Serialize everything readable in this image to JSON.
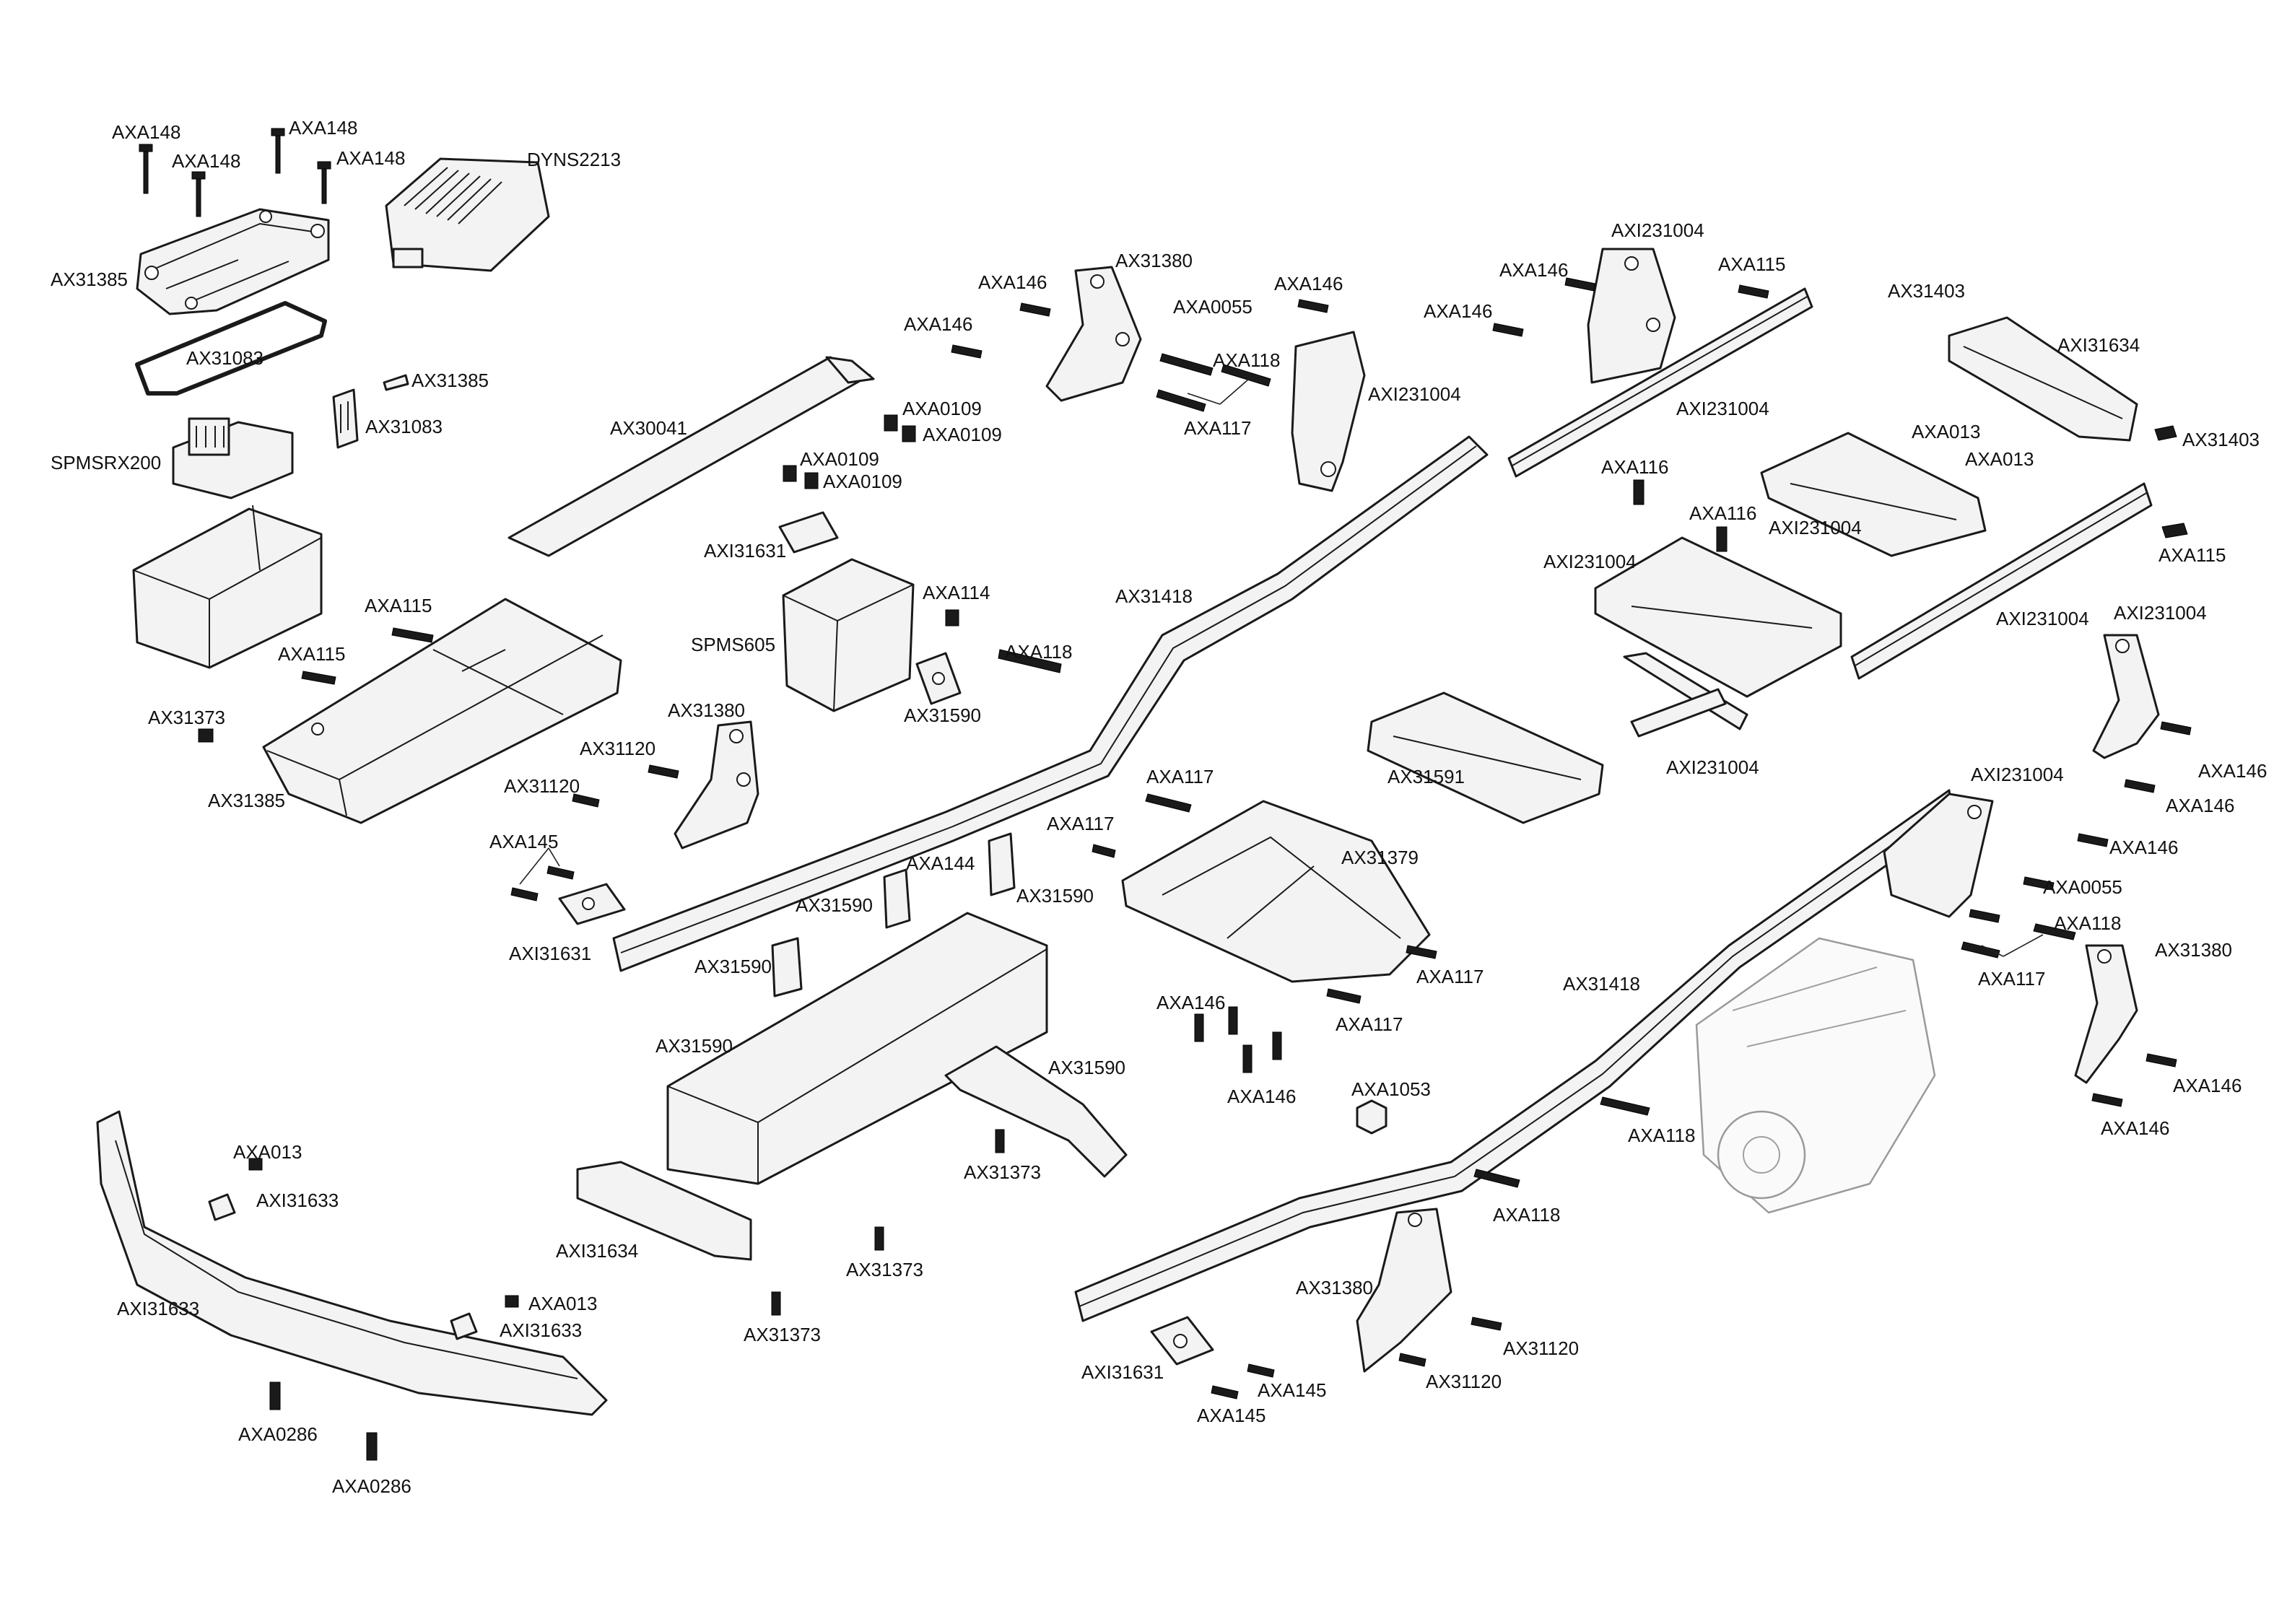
{
  "labels": {
    "axa148_a": "AXA148",
    "axa148_b": "AXA148",
    "axa148_c": "AXA148",
    "axa148_d": "AXA148",
    "dyns2213": "DYNS2213",
    "ax31385_top": "AX31385",
    "ax31083_gasket": "AX31083",
    "ax31385_small": "AX31385",
    "ax31083_clip": "AX31083",
    "spmsrx200": "SPMSRX200",
    "ax30041": "AX30041",
    "axa0109_a": "AXA0109",
    "axa0109_b": "AXA0109",
    "axa0109_c": "AXA0109",
    "axa0109_d": "AXA0109",
    "axi31631_servo": "AXI31631",
    "spms605": "SPMS605",
    "axa114": "AXA114",
    "ax31590_mount": "AX31590",
    "axa118_servo": "AXA118",
    "axa115_tray_a": "AXA115",
    "axa115_tray_b": "AXA115",
    "ax31373_left": "AX31373",
    "ax31385_tray": "AX31385",
    "axa146_a": "AXA146",
    "ax31380_top": "AX31380",
    "axa146_b": "AXA146",
    "axa0055_top": "AXA0055",
    "axa118_top": "AXA118",
    "axa117_top": "AXA117",
    "axa146_c": "AXA146",
    "axi231004_a": "AXI231004",
    "axa146_d": "AXA146",
    "axa146_e": "AXA146",
    "axi231004_b": "AXI231004",
    "axa115_rail": "AXA115",
    "axi231004_rail": "AXI231004",
    "ax31403_a": "AX31403",
    "axi31634_top": "AXI31634",
    "ax31403_b": "AX31403",
    "axa013_a": "AXA013",
    "axa013_b": "AXA013",
    "axa116_a": "AXA116",
    "axa116_b": "AXA116",
    "axi231004_c": "AXI231004",
    "axi231004_d": "AXI231004",
    "axa115_right": "AXA115",
    "axi231004_e": "AXI231004",
    "axi231004_f": "AXI231004",
    "axi231004_g": "AXI231004",
    "ax31418_top": "AX31418",
    "ax31380_left": "AX31380",
    "ax31120_a": "AX31120",
    "ax31120_b": "AX31120",
    "axa145_left": "AXA145",
    "axi31631_left": "AXI31631",
    "axa144": "AXA144",
    "ax31590_a": "AX31590",
    "ax31590_b": "AX31590",
    "ax31590_c": "AX31590",
    "ax31590_tray": "AX31590",
    "ax31590_brace": "AX31590",
    "ax31591": "AX31591",
    "axa117_a": "AXA117",
    "axa117_b": "AXA117",
    "ax31379": "AX31379",
    "axa117_c": "AXA117",
    "axa117_d": "AXA117",
    "axa146_f": "AXA146",
    "axa146_g": "AXA146",
    "axa1053": "AXA1053",
    "ax31418_bottom": "AX31418",
    "axi231004_h": "AXI231004",
    "axa146_h": "AXA146",
    "axa146_i": "AXA146",
    "axa146_j": "AXA146",
    "axa0055_right": "AXA0055",
    "axa118_a": "AXA118",
    "axa117_e": "AXA117",
    "ax31380_right": "AX31380",
    "axa146_k": "AXA146",
    "axa146_l": "AXA146",
    "axa118_b": "AXA118",
    "axa118_c": "AXA118",
    "ax31373_a": "AX31373",
    "ax31373_b": "AX31373",
    "ax31373_c": "AX31373",
    "axi31634_bottom": "AXI31634",
    "axa013_c": "AXA013",
    "axi31633_a": "AXI31633",
    "axi31633_bumper": "AXI31633",
    "axa013_d": "AXA013",
    "axi31633_b": "AXI31633",
    "axa0286_a": "AXA0286",
    "axa0286_b": "AXA0286",
    "ax31380_bottom": "AX31380",
    "ax31120_c": "AX31120",
    "ax31120_d": "AX31120",
    "axi31631_bottom": "AXI31631",
    "axa145_a": "AXA145",
    "axa145_b": "AXA145"
  }
}
